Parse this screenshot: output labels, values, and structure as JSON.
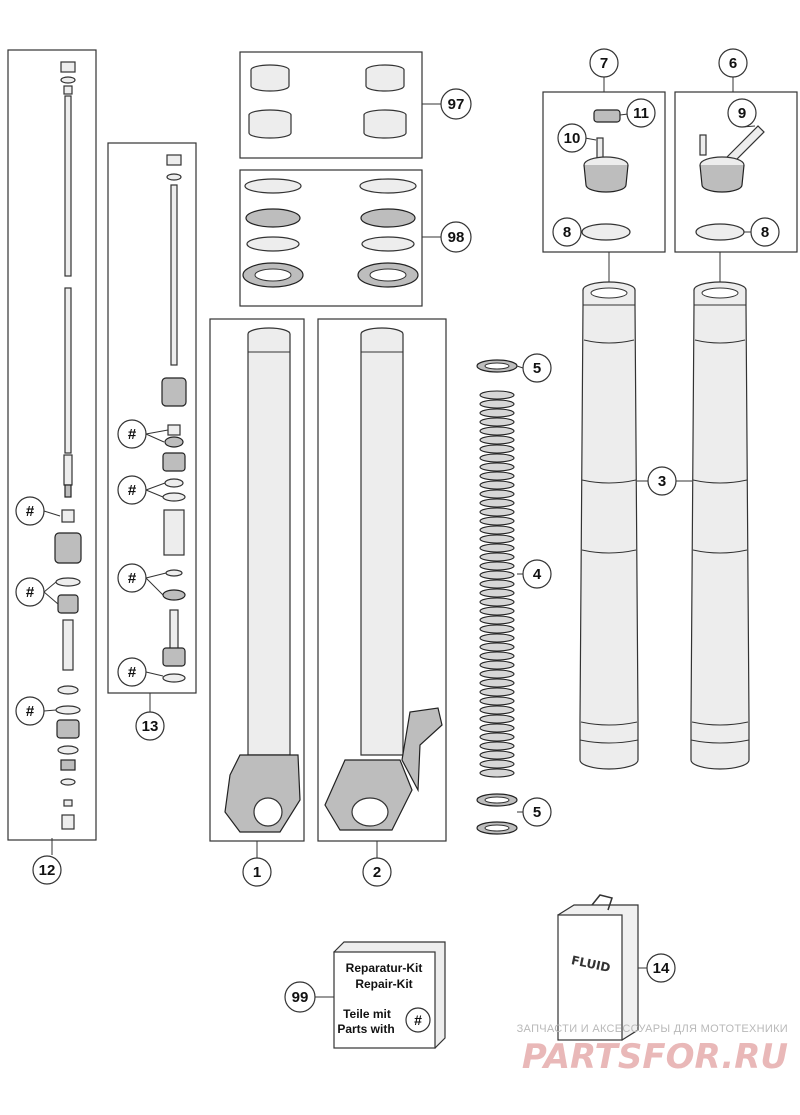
{
  "callouts": {
    "c1": "1",
    "c2": "2",
    "c3": "3",
    "c4": "4",
    "c5a": "5",
    "c5b": "5",
    "c6": "6",
    "c7": "7",
    "c8a": "8",
    "c8b": "8",
    "c9": "9",
    "c10": "10",
    "c11": "11",
    "c12": "12",
    "c13": "13",
    "c14": "14",
    "c97": "97",
    "c98": "98",
    "c99": "99",
    "hash": "#"
  },
  "kit": {
    "line1": "Reparatur-Kit",
    "line2": "Repair-Kit",
    "line3": "Teile mit",
    "line4": "Parts with",
    "marker": "#"
  },
  "fluid_label": "FLUID",
  "watermark": {
    "subtitle": "ЗАПЧАСТИ И АКСЕССУАРЫ ДЛЯ МОТОТЕХНИКИ",
    "brand": "PARTSFOR.RU"
  }
}
